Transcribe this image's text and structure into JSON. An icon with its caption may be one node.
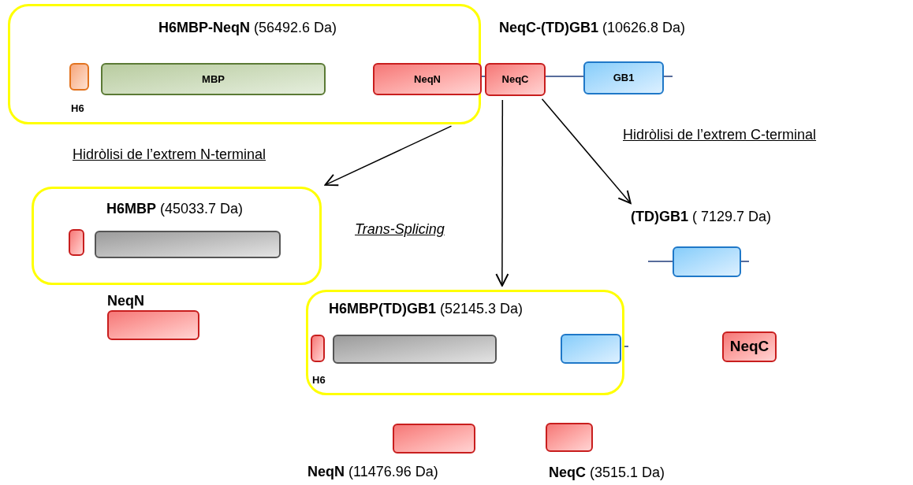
{
  "diagram": {
    "nodes": [
      {
        "text": [
          "**H6MBP-NeqN** (56492.6 Da)"
        ]
      },
      {
        "text": [],
        "shape": "box",
        "in": 0,
        "beside": [
          "H6"
        ]
      },
      {
        "text": [
          "MBP"
        ],
        "in": 0
      },
      {
        "text": [
          "NeqN"
        ],
        "in": 0
      },
      {
        "text": [
          "NeqC"
        ]
      },
      {
        "text": [
          "GB1"
        ]
      },
      {
        "text": [
          "**H6MBP** (45033.7 Da)"
        ]
      },
      {
        "text": [],
        "shape": "box",
        "in": 6
      },
      {
        "text": [],
        "shape": "box",
        "in": 6
      },
      {
        "text": [
          "NeqN"
        ]
      },
      {
        "text": [
          "**(TD)GB1** ( 7129.7 Da)"
        ]
      },
      {
        "text": [],
        "shape": "box"
      },
      {
        "text": [
          "**H6MBP(TD)GB1** (52145.3 Da)"
        ]
      },
      {
        "text": [],
        "shape": "box",
        "in": 12,
        "beside": [
          "H6"
        ]
      },
      {
        "text": [],
        "shape": "box",
        "in": 12
      },
      {
        "text": [],
        "shape": "box",
        "in": 12
      },
      {
        "text": [
          "NeqC"
        ]
      },
      {
        "text": [],
        "shape": "box",
        "beside": [
          "**NeqN** (11476.96 Da)"
        ]
      },
      {
        "text": [],
        "shape": "box",
        "beside": [
          "**NeqC** (3515.1 Da)"
        ]
      }
    ],
    "edges": [
      {
        "from": 0,
        "to": 6,
        "arrow": "to"
      },
      {
        "from": 4,
        "to": 12,
        "arrow": "to"
      },
      {
        "from": 4,
        "to": 10,
        "arrow": "to"
      }
    ],
    "labels": [
      "**NeqC-(TD)GB1** (10626.8 Da)",
      "Hidròlisi de l’extrem N-terminal",
      "Hidròlisi de l’extrem C-terminal",
      "Trans-Splicing"
    ]
  }
}
